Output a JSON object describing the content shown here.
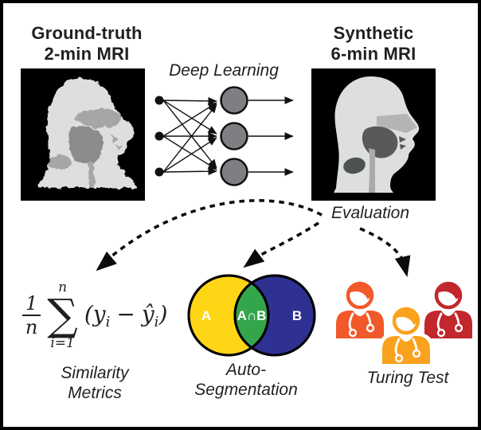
{
  "figure_title": "MRI deep learning evaluation diagram",
  "top": {
    "left_title": {
      "line1": "Ground-truth",
      "line2": "2-min MRI"
    },
    "right_title": {
      "line1": "Synthetic",
      "line2": "6-min MRI"
    },
    "deep_learning_label": "Deep Learning"
  },
  "network": {
    "node_color": "#7D7F82",
    "input_count": 3,
    "hidden_count": 3
  },
  "evaluation_label": "Evaluation",
  "bottom": {
    "formula": {
      "numerator": "1",
      "denominator": "n",
      "sum_symbol": "∑",
      "sum_upper": "n",
      "sum_lower": "i=1",
      "open_paren": "(",
      "var_a": "y",
      "sub_a": "i",
      "operator": "−",
      "var_b": "ŷ",
      "sub_b": "i",
      "close_paren": ")"
    },
    "similarity_label": {
      "line1": "Similarity",
      "line2": "Metrics"
    },
    "venn": {
      "label_a": "A",
      "label_intersection": "A∩B",
      "label_b": "B",
      "color_a": "#FFD616",
      "color_b": "#2E3192",
      "color_intersection": "#33A64C"
    },
    "autoseg_label": {
      "line1": "Auto-",
      "line2": "Segmentation"
    },
    "doctors": {
      "left_color": "#F1592A",
      "middle_color": "#F9A21D",
      "right_color": "#C1272D"
    },
    "turing_label": "Turing Test"
  }
}
